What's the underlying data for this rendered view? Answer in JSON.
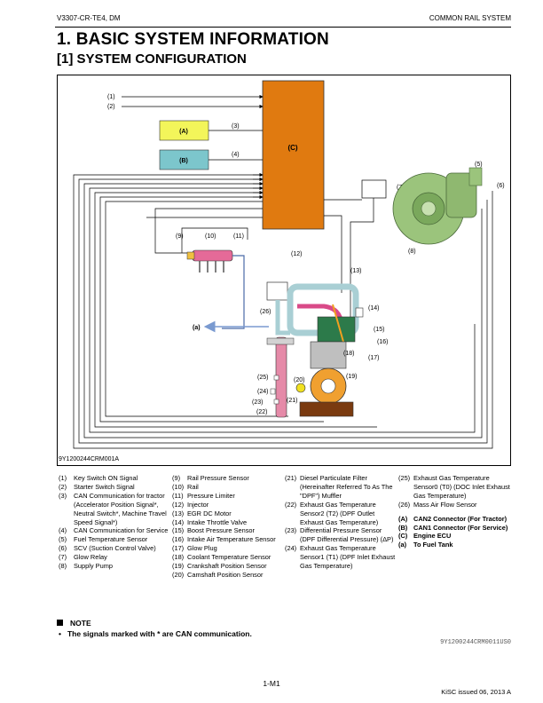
{
  "header": {
    "model": "V3307-CR-TE4, DM",
    "section": "COMMON RAIL SYSTEM"
  },
  "title": "1.  BASIC SYSTEM INFORMATION",
  "subtitle": "[1]  SYSTEM CONFIGURATION",
  "figure": {
    "code": "9Y1200244CRM001A",
    "labels": {
      "l1": "(1)",
      "l2": "(2)",
      "l3": "(3)",
      "l4": "(4)",
      "l5": "(5)",
      "l6": "(6)",
      "l7": "(7)",
      "l8": "(8)",
      "l9": "(9)",
      "l10": "(10)",
      "l11": "(11)",
      "l12": "(12)",
      "l13": "(13)",
      "l14": "(14)",
      "l15": "(15)",
      "l16": "(16)",
      "l17": "(17)",
      "l18": "(18)",
      "l19": "(19)",
      "l20": "(20)",
      "l21": "(21)",
      "l22": "(22)",
      "l23": "(23)",
      "l24": "(24)",
      "l25": "(25)",
      "l26": "(26)",
      "A": "(A)",
      "B": "(B)",
      "C": "(C)",
      "a": "(a)"
    }
  },
  "legend": {
    "col1": [
      {
        "n": "(1)",
        "t": "Key Switch ON Signal"
      },
      {
        "n": "(2)",
        "t": "Starter Switch Signal"
      },
      {
        "n": "(3)",
        "t": "CAN Communication for tractor (Accelerator Position Signal*, Neutral Switch*, Machine Travel Speed Signal*)"
      },
      {
        "n": "(4)",
        "t": "CAN Communication for Service"
      },
      {
        "n": "(5)",
        "t": "Fuel Temperature Sensor"
      },
      {
        "n": "(6)",
        "t": "SCV (Suction Control Valve)"
      },
      {
        "n": "(7)",
        "t": "Glow Relay"
      },
      {
        "n": "(8)",
        "t": "Supply Pump"
      }
    ],
    "col2": [
      {
        "n": "(9)",
        "t": "Rail Pressure Sensor"
      },
      {
        "n": "(10)",
        "t": "Rail"
      },
      {
        "n": "(11)",
        "t": "Pressure Limiter"
      },
      {
        "n": "(12)",
        "t": "Injector"
      },
      {
        "n": "(13)",
        "t": "EGR DC Motor"
      },
      {
        "n": "(14)",
        "t": "Intake Throttle Valve"
      },
      {
        "n": "(15)",
        "t": "Boost Pressure Sensor"
      },
      {
        "n": "(16)",
        "t": "Intake Air Temperature Sensor"
      },
      {
        "n": "(17)",
        "t": "Glow Plug"
      },
      {
        "n": "(18)",
        "t": "Coolant Temperature Sensor"
      },
      {
        "n": "(19)",
        "t": "Crankshaft Position Sensor"
      },
      {
        "n": "(20)",
        "t": "Camshaft Position Sensor"
      }
    ],
    "col3": [
      {
        "n": "(21)",
        "t": "Diesel Particulate Filter (Hereinafter Referred To As The \"DPF\") Muffler"
      },
      {
        "n": "(22)",
        "t": "Exhaust Gas Temperature Sensor2 (T2) (DPF Outlet Exhaust Gas Temperature)"
      },
      {
        "n": "(23)",
        "t": "Differential Pressure Sensor (DPF Differential Pressure) (ΔP)"
      },
      {
        "n": "(24)",
        "t": "Exhaust Gas Temperature Sensor1 (T1) (DPF Inlet Exhaust Gas Temperature)"
      }
    ],
    "col4": [
      {
        "n": "(25)",
        "t": "Exhaust Gas Temperature Sensor0 (T0) (DOC Inlet Exhaust Gas Temperature)"
      },
      {
        "n": "(26)",
        "t": "Mass Air Flow Sensor"
      }
    ],
    "col4b": [
      {
        "n": "(A)",
        "t": "CAN2 Connector (For Tractor)"
      },
      {
        "n": "(B)",
        "t": "CAN1 Connector (For Service)"
      },
      {
        "n": "(C)",
        "t": "Engine ECU"
      },
      {
        "n": "(a)",
        "t": "To Fuel Tank"
      }
    ]
  },
  "note": {
    "heading": "NOTE",
    "bullet_mark": "•",
    "text": "The signals marked with * are CAN communication."
  },
  "doc_code": "9Y1200244CRM0011US0",
  "page_number": "1-M1",
  "issued": "KiSC issued 06, 2013 A",
  "colors": {
    "ecu": "#e07a10",
    "can2": "#f3f55a",
    "can1": "#7cc6cc",
    "pump": "#9bc47c",
    "rail": "#e56a98",
    "exhaust": "#e58aa8",
    "intake": "#a9cfd4"
  }
}
